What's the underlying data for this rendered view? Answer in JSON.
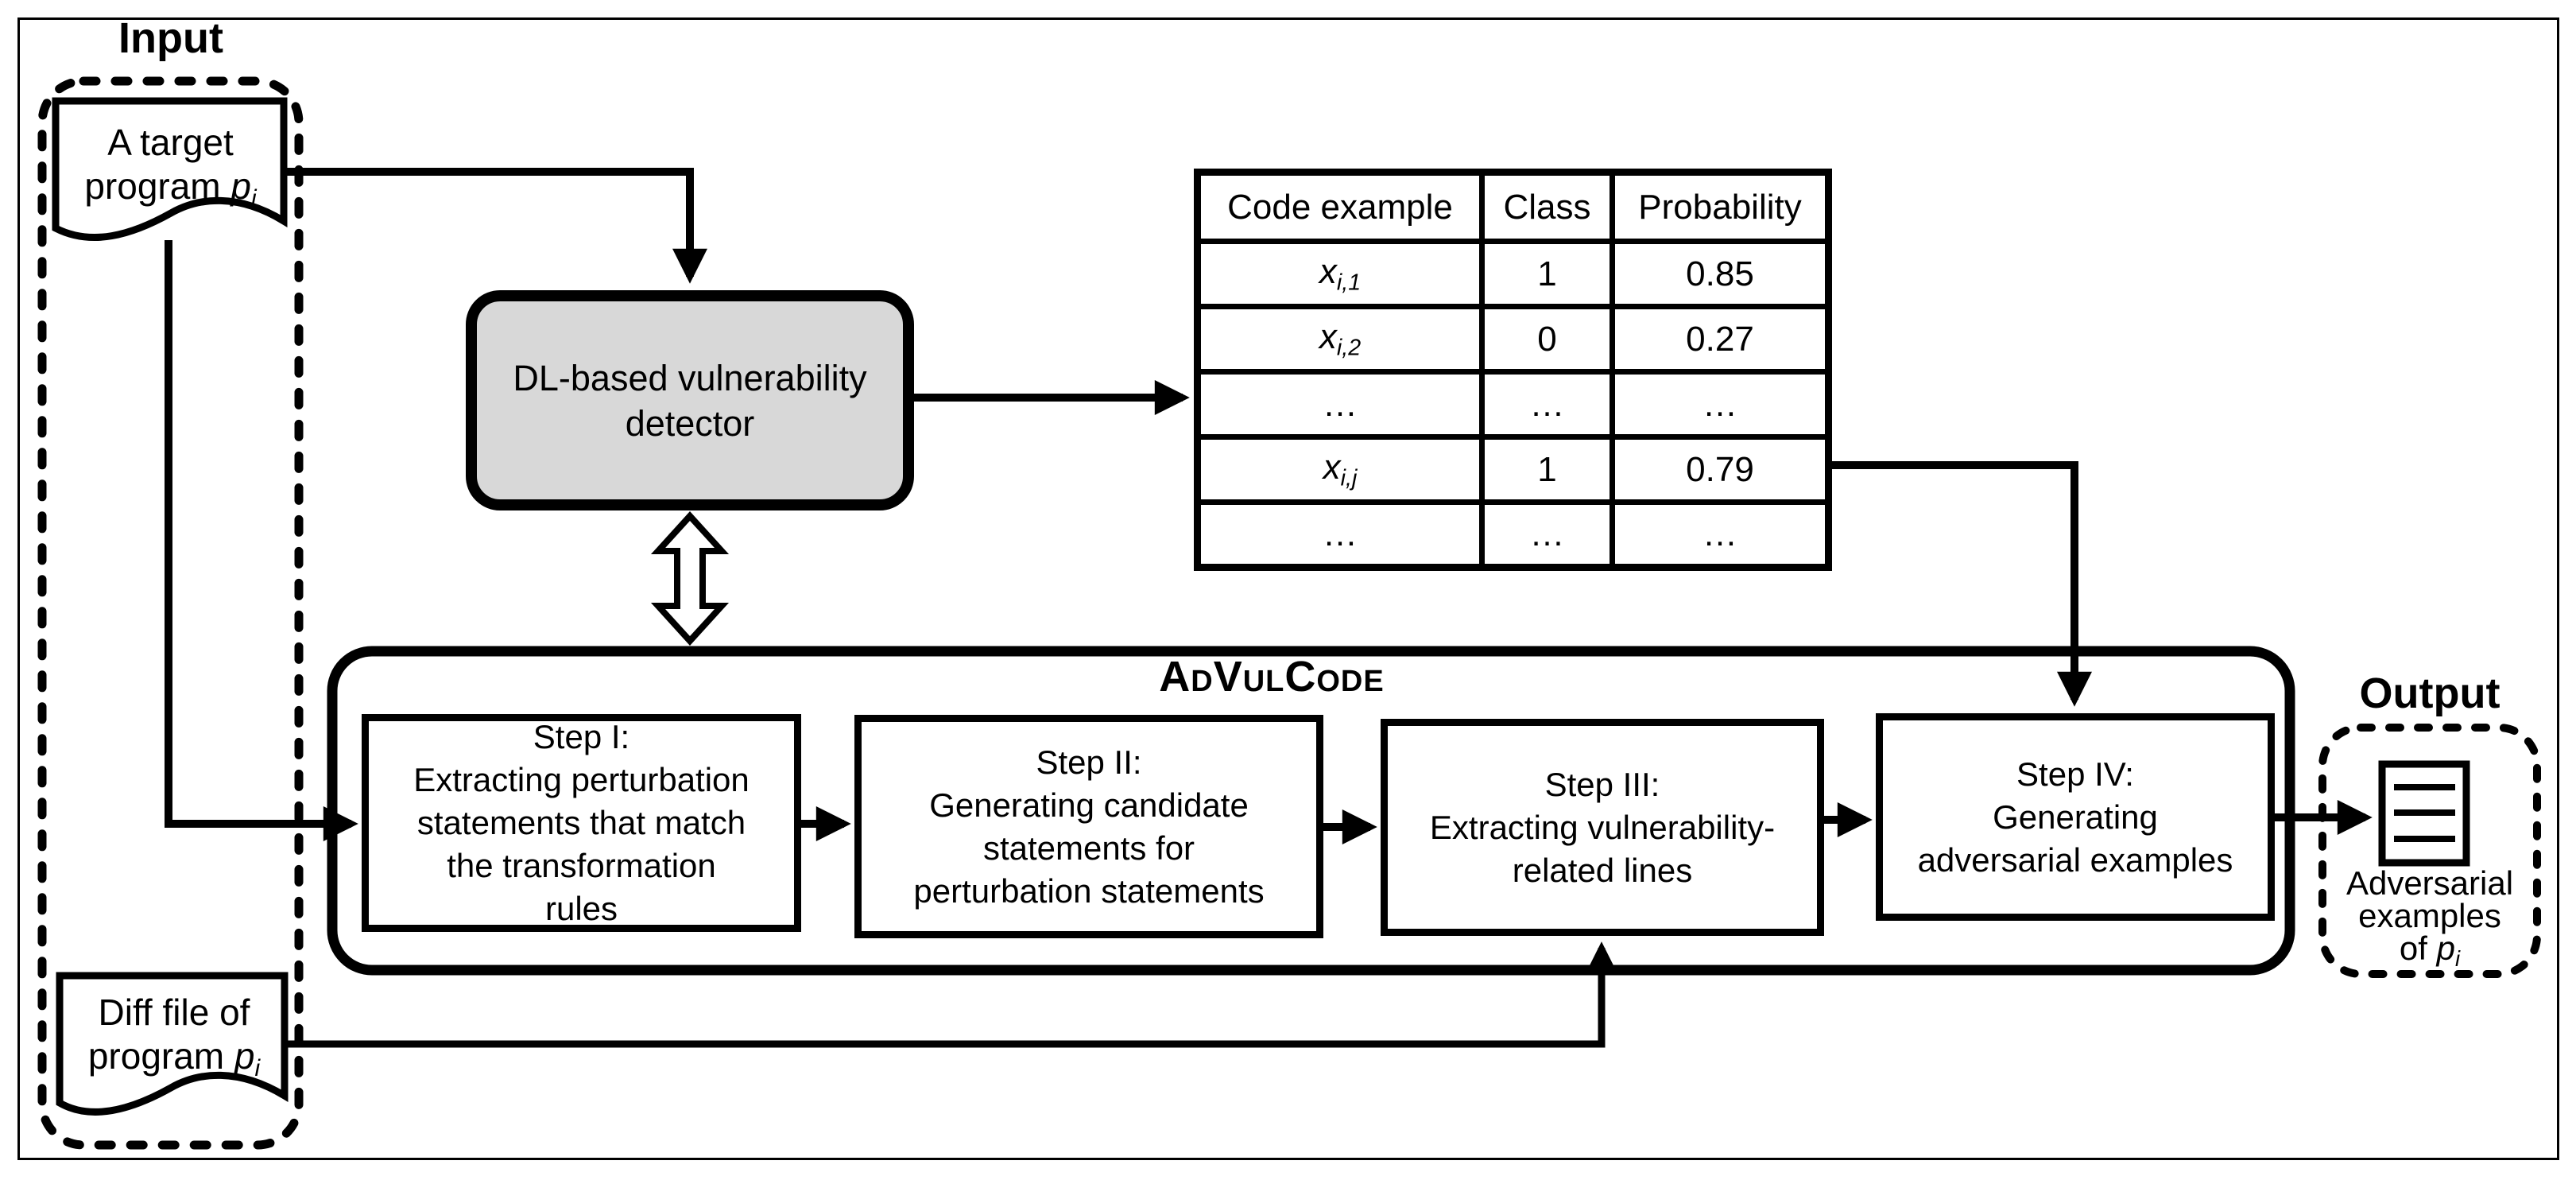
{
  "colors": {
    "line": "#000000",
    "background": "#ffffff",
    "detector_fill": "#d8d8d8"
  },
  "input_group": {
    "label": "Input",
    "target_program_doc_html": "A target<br>program <i>p<sub>i</sub></i>",
    "diff_file_doc_html": "Diff file of<br>program <i>p<sub>i</sub></i>"
  },
  "detector": {
    "label": "DL-based vulnerability\ndetector"
  },
  "results_table": {
    "columns": [
      "Code example",
      "Class",
      "Probability"
    ],
    "rows_html": [
      [
        "<i>x<sub>i,1</sub></i>",
        "1",
        "0.85"
      ],
      [
        "<i>x<sub>i,2</sub></i>",
        "0",
        "0.27"
      ],
      [
        "…",
        "…",
        "…"
      ],
      [
        "<i>x<sub>i,j</sub></i>",
        "1",
        "0.79"
      ],
      [
        "…",
        "…",
        "…"
      ]
    ]
  },
  "advulcode": {
    "label": "AdVulCode",
    "steps": [
      {
        "text": "Step I:\nExtracting perturbation\nstatements that match\nthe transformation\nrules"
      },
      {
        "text": "Step II:\nGenerating candidate\nstatements for\nperturbation statements"
      },
      {
        "text": "Step III:\nExtracting vulnerability-\nrelated lines"
      },
      {
        "text": "Step IV:\nGenerating\nadversarial examples"
      }
    ]
  },
  "output_group": {
    "label": "Output",
    "result_doc_html": "Adversarial<br>examples<br>of <i>p<sub>i</sub></i>"
  },
  "icons": {
    "target_program_doc": "document-shape",
    "diff_file_doc": "document-shape",
    "adversarial_examples_doc": "document-lines-shape",
    "detector_link": "double-headed-arrow"
  }
}
